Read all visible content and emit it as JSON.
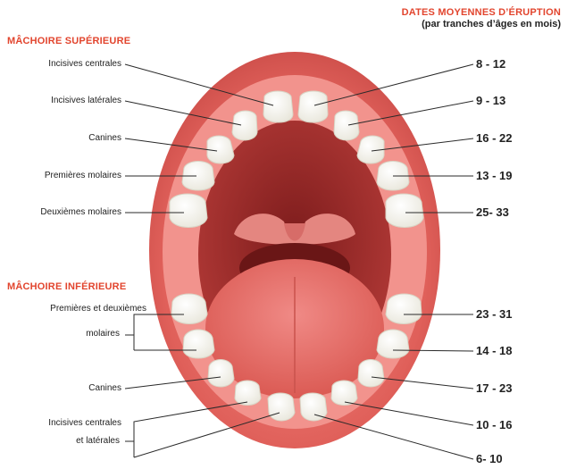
{
  "header": {
    "title": "DATES MOYENNES D’ÉRUPTION",
    "subtitle": "(par tranches d’âges en mois)"
  },
  "upper": {
    "title": "MÂCHOIRE SUPÉRIEURE",
    "items": [
      {
        "label": "Incisives centrales",
        "value": "8 - 12"
      },
      {
        "label": "Incisives latérales",
        "value": "9 - 13"
      },
      {
        "label": "Canines",
        "value": "16 - 22"
      },
      {
        "label": "Premières molaires",
        "value": "13 - 19"
      },
      {
        "label": "Deuxièmes molaires",
        "value": "25- 33"
      }
    ]
  },
  "lower": {
    "title": "MÂCHOIRE INFÉRIEURE",
    "items": [
      {
        "label_line1": "Premières et deuxièmes",
        "label_line2": "molaires",
        "value": "23 - 31"
      },
      {
        "value": "14 - 18"
      },
      {
        "label": "Canines",
        "value": "17 - 23"
      },
      {
        "label_line1": "Incisives centrales",
        "label_line2": "et latérales",
        "value": "10 - 16"
      },
      {
        "value": "6- 10"
      }
    ]
  },
  "colors": {
    "accent": "#e2452e",
    "lips": "#df5b55",
    "gum": "#f08c87",
    "mouth_inner": "#a8322f",
    "tongue": "#e46a68",
    "tooth": "#fbfbf7",
    "line": "#2a2a2a"
  }
}
